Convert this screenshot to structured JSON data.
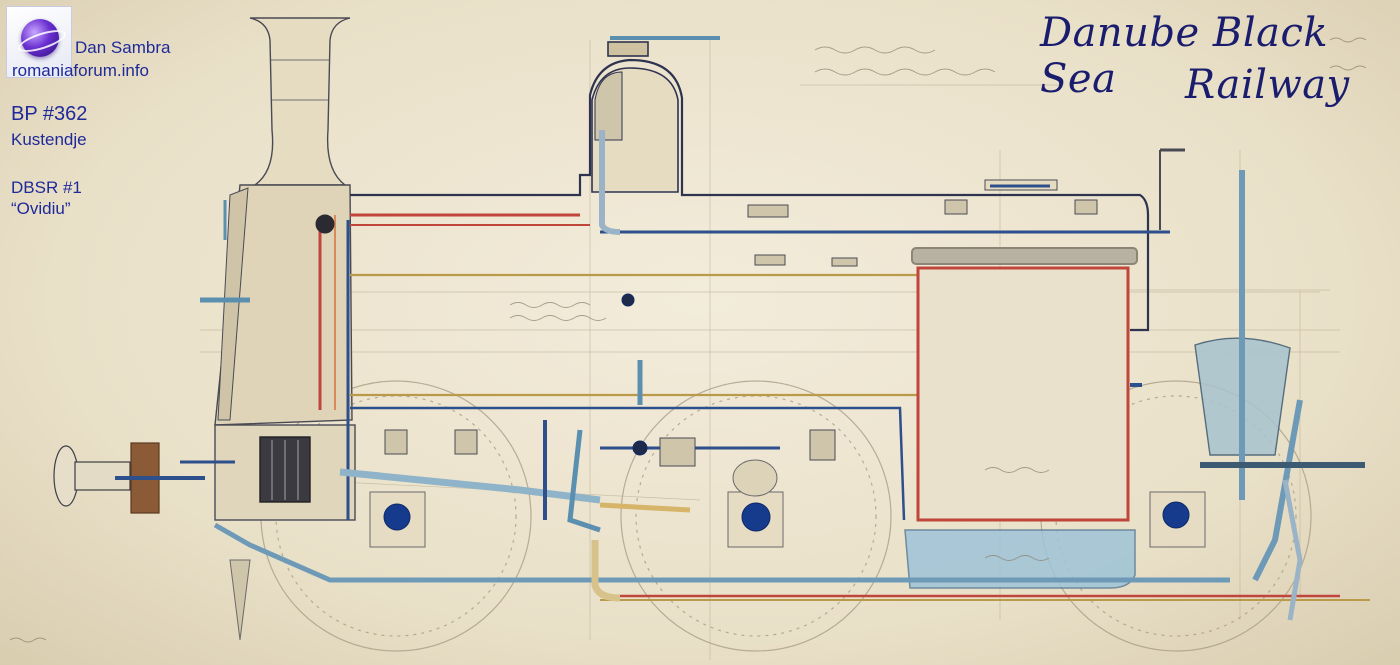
{
  "credit": {
    "logo_icon": "globe-logo-icon",
    "name": "Dan Sambra",
    "site": "romaniaforum.info"
  },
  "info": {
    "bp_number": "BP #362",
    "bp_name": "Kustendje",
    "dbsr_number": "DBSR #1",
    "dbsr_name": "“Ovidiu”"
  },
  "title": {
    "line1": "Danube Black Sea",
    "line2": "Railway"
  },
  "colors": {
    "text_blue": "#1f2a9a",
    "title_navy": "#1a1d6e",
    "paper": "#efe7d4",
    "ink": "#4a4a55",
    "pipe_blue": "#2d4f8c",
    "pipe_red": "#c0453a",
    "wash_blue": "#9ec3d8",
    "wheel_hub": "#163a8c"
  }
}
